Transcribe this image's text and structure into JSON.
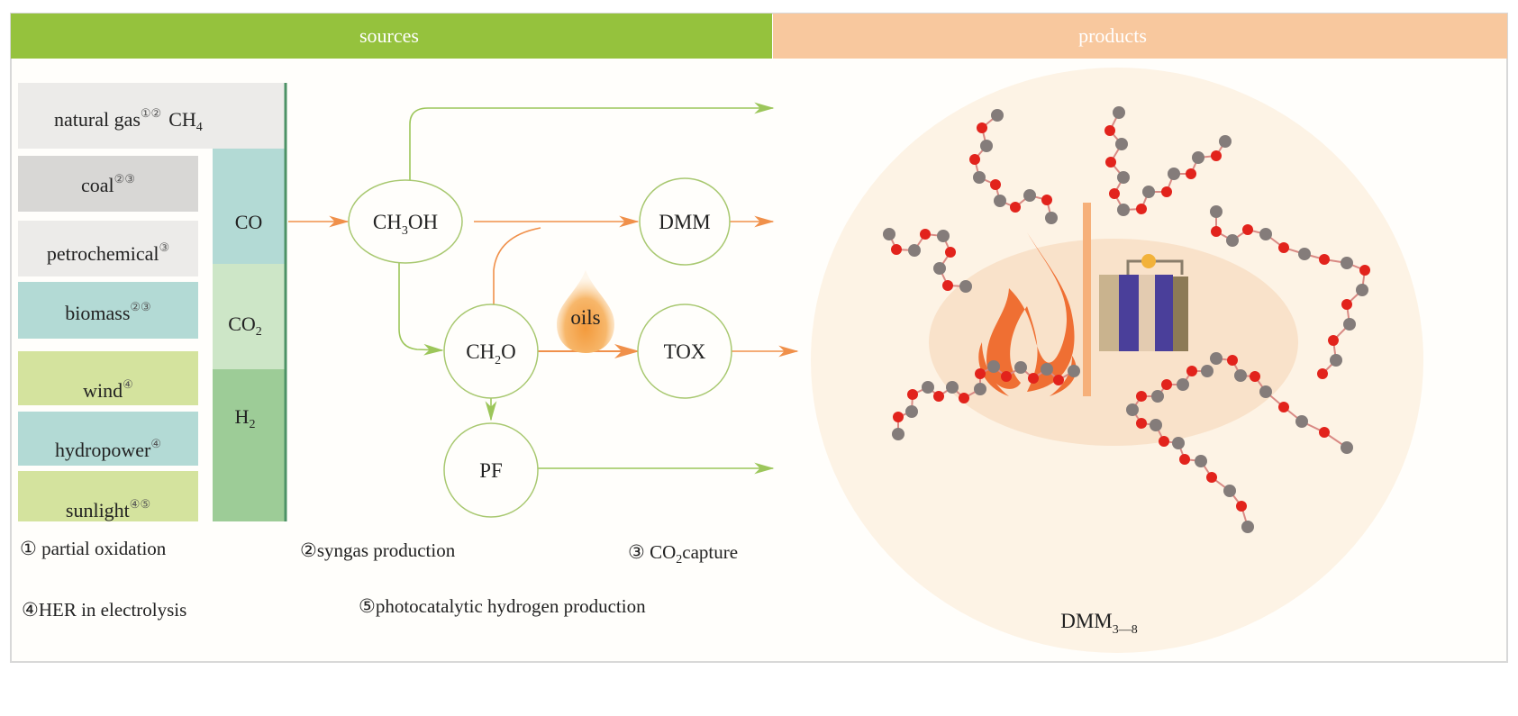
{
  "header": {
    "sources": "sources",
    "products": "products"
  },
  "sources": [
    {
      "name": "natural  gas",
      "marks": "①②",
      "gas": "CH",
      "gas_sub": "4"
    },
    {
      "name": "coal",
      "marks": "②③"
    },
    {
      "name": "petrochemical",
      "marks": "③"
    },
    {
      "name": "biomass",
      "marks": "②③"
    },
    {
      "name": "wind",
      "marks": "④"
    },
    {
      "name": "hydropower",
      "marks": "④"
    },
    {
      "name": "sunlight",
      "marks": "④⑤"
    }
  ],
  "gases": {
    "co": "CO",
    "co2": "CO",
    "co2_sub": "2",
    "h2": "H",
    "h2_sub": "2"
  },
  "nodes": {
    "ch3oh": {
      "a": "CH",
      "sub": "3",
      "b": "OH"
    },
    "dmm": "DMM",
    "ch2o": {
      "a": "CH",
      "sub": "2",
      "b": "O"
    },
    "tox": "TOX",
    "pf": "PF",
    "oils": "oils"
  },
  "product": {
    "label": "DMM",
    "sub": "3—8"
  },
  "legend": {
    "l1": "① partial oxidation",
    "l2": "②syngas production",
    "l3a": "③ CO",
    "l3sub": "2",
    "l3b": "capture",
    "l4": "④HER in electrolysis",
    "l5": "⑤photocatalytic hydrogen production"
  },
  "colors": {
    "green": "#95c23d",
    "orange": "#f8c89e",
    "arrow_orange": "#f0904a",
    "arrow_green": "#9cc65a"
  }
}
